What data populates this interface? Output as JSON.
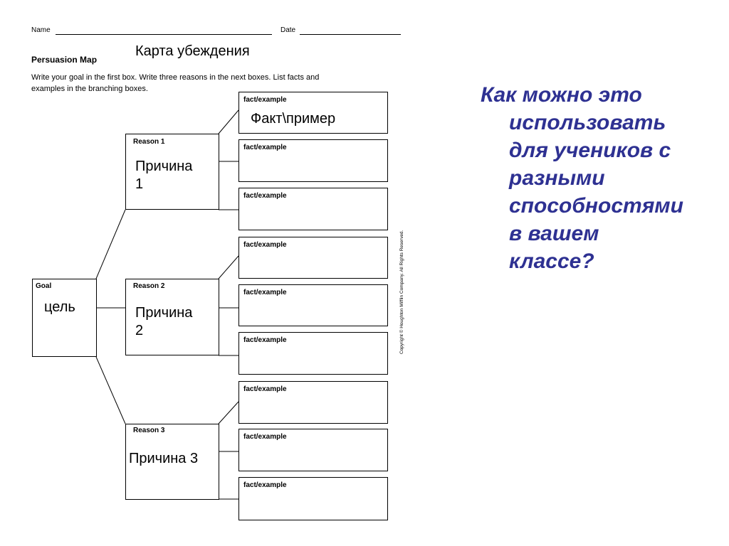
{
  "worksheet": {
    "name_label": "Name",
    "date_label": "Date",
    "title": "Persuasion Map",
    "title_ru": "Карта убеждения",
    "instructions_line1": "Write your goal in the first box. Write three reasons in the next boxes. List facts and",
    "instructions_line2": "examples in the branching boxes.",
    "copyright": "Copyright © Houghton Mifflin Company. All Rights Reserved.",
    "goal": {
      "label": "Goal",
      "ru": "цель"
    },
    "reasons": [
      {
        "label": "Reason 1",
        "ru_line1": "Причина",
        "ru_line2": "1"
      },
      {
        "label": "Reason 2",
        "ru_line1": "Причина",
        "ru_line2": "2"
      },
      {
        "label": "Reason 3",
        "ru_line1": "Причина 3",
        "ru_line2": ""
      }
    ],
    "fact_label": "fact/example",
    "fact_ru": "Факт\\пример"
  },
  "question": {
    "line1": "Как можно это",
    "line2": "использовать",
    "line3": "для учеников с",
    "line4": "разными",
    "line5": "способностями",
    "line6": "в вашем",
    "line7": "классе?"
  },
  "colors": {
    "question_text": "#2e3192"
  }
}
